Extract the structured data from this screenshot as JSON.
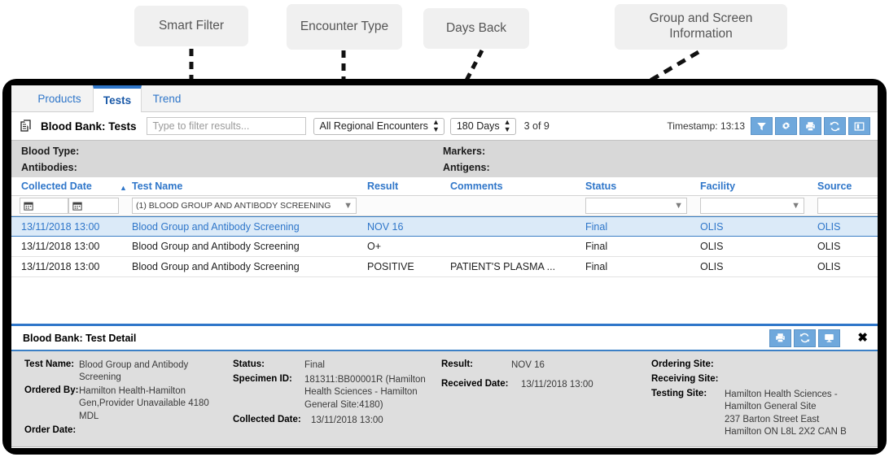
{
  "annotations": [
    {
      "id": "smart-filter",
      "text": "Smart Filter"
    },
    {
      "id": "encounter-type",
      "text": "Encounter\nType"
    },
    {
      "id": "days-back",
      "text": "Days Back"
    },
    {
      "id": "group-and-screen",
      "text": "Group and Screen\nInformation"
    }
  ],
  "tabs": [
    {
      "label": "Products",
      "active": false
    },
    {
      "label": "Tests",
      "active": true
    },
    {
      "label": "Trend",
      "active": false
    }
  ],
  "toolbar": {
    "icon": "stacked-documents-icon",
    "title": "Blood Bank: Tests",
    "smart_filter_placeholder": "Type to filter results...",
    "smart_filter_value": "",
    "encounter_type": "All Regional Encounters",
    "days_back": "180 Days",
    "record_count": "3 of 9",
    "timestamp_label": "Timestamp: 13:13",
    "buttons": [
      {
        "name": "filter-button",
        "icon": "funnel-icon"
      },
      {
        "name": "settings-button",
        "icon": "gear-icon"
      },
      {
        "name": "print-button",
        "icon": "printer-icon"
      },
      {
        "name": "refresh-button",
        "icon": "refresh-icon"
      },
      {
        "name": "layout-button",
        "icon": "split-panel-icon"
      }
    ]
  },
  "info_band": {
    "blood_type_label": "Blood Type:",
    "blood_type_value": "",
    "antibodies_label": "Antibodies:",
    "antibodies_value": "",
    "markers_label": "Markers:",
    "markers_value": "",
    "antigens_label": "Antigens:",
    "antigens_value": ""
  },
  "grid": {
    "columns": [
      {
        "key": "collected_date",
        "label": "Collected Date",
        "sort": "asc"
      },
      {
        "key": "test_name",
        "label": "Test Name",
        "sort": ""
      },
      {
        "key": "result",
        "label": "Result",
        "sort": ""
      },
      {
        "key": "comments",
        "label": "Comments",
        "sort": ""
      },
      {
        "key": "status",
        "label": "Status",
        "sort": ""
      },
      {
        "key": "facility",
        "label": "Facility",
        "sort": ""
      },
      {
        "key": "source",
        "label": "Source",
        "sort": ""
      }
    ],
    "filters": {
      "date_from": "",
      "date_to": "",
      "test_name": "(1) BLOOD GROUP AND ANTIBODY SCREENING",
      "result": "",
      "comments": "",
      "status": "",
      "facility": "",
      "source": ""
    },
    "rows": [
      {
        "selected": true,
        "collected_date": "13/11/2018 13:00",
        "test_name": "Blood Group and Antibody Screening",
        "result": "NOV 16",
        "comments": "",
        "status": "Final",
        "facility": "OLIS",
        "source": "OLIS"
      },
      {
        "selected": false,
        "collected_date": "13/11/2018 13:00",
        "test_name": "Blood Group and Antibody Screening",
        "result": "O+",
        "comments": "",
        "status": "Final",
        "facility": "OLIS",
        "source": "OLIS"
      },
      {
        "selected": false,
        "collected_date": "13/11/2018 13:00",
        "test_name": "Blood Group and Antibody Screening",
        "result": "POSITIVE",
        "comments": "PATIENT'S PLASMA ...",
        "status": "Final",
        "facility": "OLIS",
        "source": "OLIS"
      }
    ]
  },
  "detail": {
    "title": "Blood Bank: Test Detail",
    "buttons": [
      {
        "name": "detail-print-button",
        "icon": "printer-icon"
      },
      {
        "name": "detail-refresh-button",
        "icon": "refresh-icon"
      },
      {
        "name": "detail-display-button",
        "icon": "monitor-icon"
      }
    ],
    "close_label": "✖",
    "fields": {
      "test_name_label": "Test Name:",
      "test_name_value": "Blood Group and Antibody Screening",
      "ordered_by_label": "Ordered By:",
      "ordered_by_value": "Hamilton Health-Hamilton Gen,Provider Unavailable  4180 MDL",
      "order_date_label": "Order Date:",
      "order_date_value": "",
      "status_label": "Status:",
      "status_value": "Final",
      "specimen_id_label": "Specimen ID:",
      "specimen_id_value": "181311:BB00001R (Hamilton Health Sciences - Hamilton General Site:4180)",
      "collected_date_label": "Collected Date:",
      "collected_date_value": "13/11/2018 13:00",
      "result_label": "Result:",
      "result_value": "NOV 16",
      "received_date_label": "Received Date:",
      "received_date_value": "13/11/2018 13:00",
      "ordering_site_label": "Ordering Site:",
      "ordering_site_value": "",
      "receiving_site_label": "Receiving Site:",
      "receiving_site_value": "",
      "testing_site_label": "Testing Site:",
      "testing_site_value": "Hamilton Health Sciences - Hamilton General Site\n237 Barton Street East\nHamilton ON L8L 2X2 CAN B"
    }
  },
  "colors": {
    "accent_blue": "#2f76c9",
    "button_blue": "#6fa8dc",
    "selected_row": "#dbeaf8",
    "band_gray": "#d8d8d8",
    "detail_gray": "#dedede",
    "callout_gray": "#f0f0f0"
  }
}
